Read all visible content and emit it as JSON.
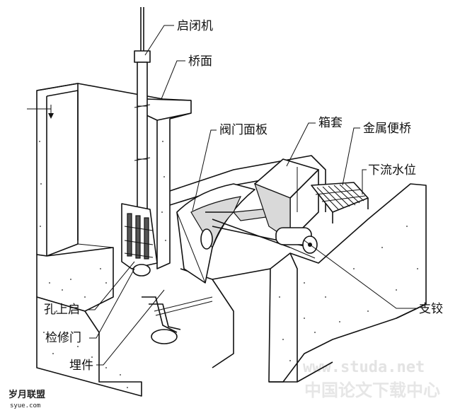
{
  "labels": {
    "hoist": "启闭机",
    "bridge_deck": "桥面",
    "gate_panel": "阀门面板",
    "box_sleeve": "箱套",
    "metal_footbridge": "金属便桥",
    "downstream_level": "下流水位",
    "trunnion": "支铰",
    "hole_top_lift": "孔上启",
    "maintenance_gate": "检修门",
    "embedded_parts": "埋件"
  },
  "watermark": {
    "url": "www.studa.net",
    "site_name": "中国论文下载中心"
  },
  "logo": {
    "title": "岁月联盟",
    "url": "syue.com"
  }
}
